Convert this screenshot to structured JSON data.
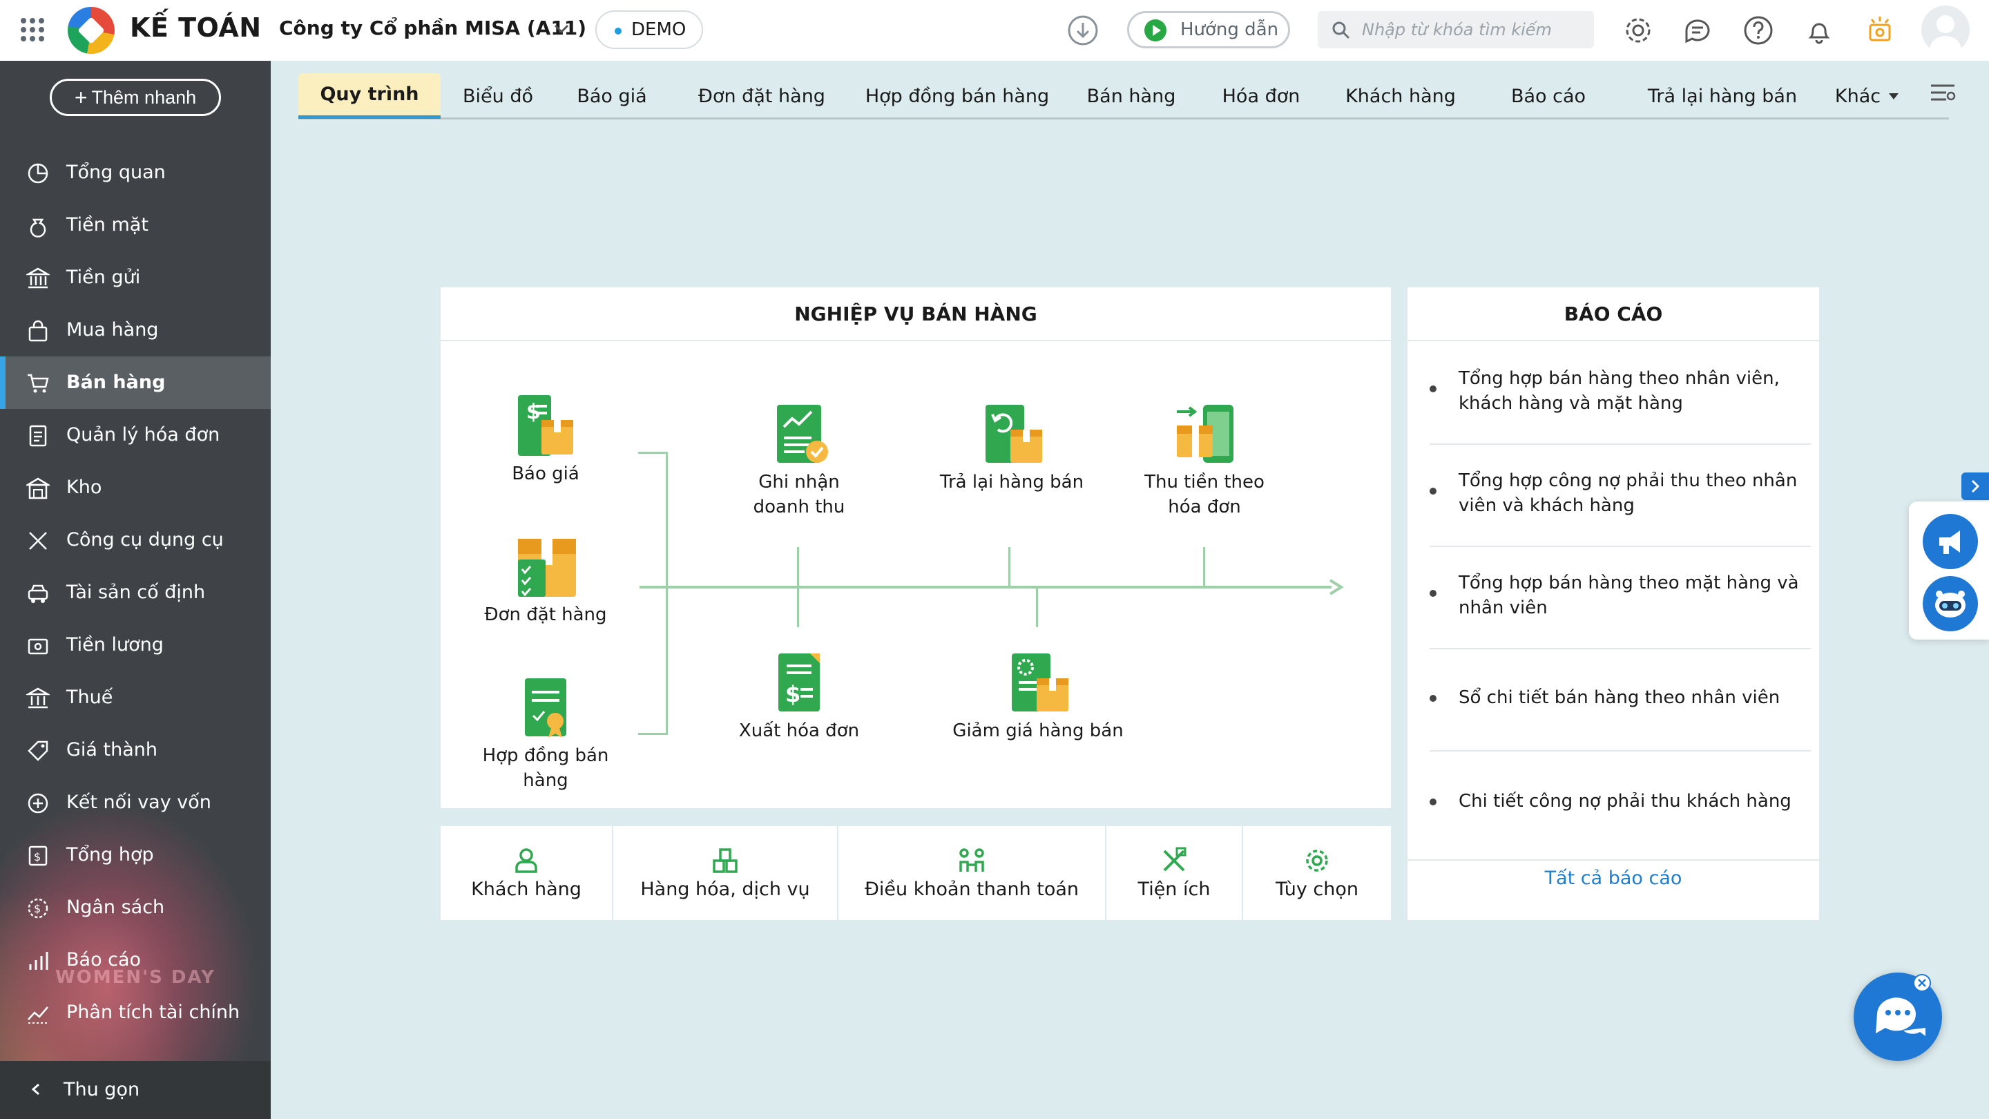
{
  "header": {
    "app_name": "KẾ TOÁN",
    "company": "Công ty Cổ phần MISA (A11)",
    "env_badge": "DEMO",
    "guide_label": "Hướng dẫn",
    "search_placeholder": "Nhập từ khóa tìm kiếm",
    "icons": [
      "apps-grid-icon",
      "download-icon",
      "play-icon",
      "search-icon",
      "settings-gear-icon",
      "chat-bubble-icon",
      "help-question-icon",
      "notification-bell-icon",
      "sun-icon",
      "user-avatar-icon"
    ],
    "accent_color": "#1e78d4"
  },
  "sidebar": {
    "quick_add": "Thêm nhanh",
    "items": [
      {
        "label": "Tổng quan",
        "icon": "chart-pie-icon"
      },
      {
        "label": "Tiền mặt",
        "icon": "money-bag-icon"
      },
      {
        "label": "Tiền gửi",
        "icon": "bank-icon"
      },
      {
        "label": "Mua hàng",
        "icon": "shopping-bag-icon"
      },
      {
        "label": "Bán hàng",
        "icon": "cart-icon",
        "active": true
      },
      {
        "label": "Quản lý hóa đơn",
        "icon": "invoice-icon"
      },
      {
        "label": "Kho",
        "icon": "warehouse-icon"
      },
      {
        "label": "Công cụ dụng cụ",
        "icon": "tools-icon"
      },
      {
        "label": "Tài sản cố định",
        "icon": "car-icon"
      },
      {
        "label": "Tiền lương",
        "icon": "salary-icon"
      },
      {
        "label": "Thuế",
        "icon": "tax-building-icon"
      },
      {
        "label": "Giá thành",
        "icon": "price-tag-icon"
      },
      {
        "label": "Kết nối vay vốn",
        "icon": "loan-link-icon"
      },
      {
        "label": "Tổng hợp",
        "icon": "summary-icon"
      },
      {
        "label": "Ngân sách",
        "icon": "budget-coin-icon"
      },
      {
        "label": "Báo cáo",
        "icon": "bar-chart-icon"
      },
      {
        "label": "Phân tích tài chính",
        "icon": "analysis-chart-icon"
      }
    ],
    "collapse_label": "Thu gọn",
    "decor_text": "WOMEN'S DAY"
  },
  "tabs": [
    {
      "label": "Quy trình",
      "active": true
    },
    {
      "label": "Biểu đồ"
    },
    {
      "label": "Báo giá"
    },
    {
      "label": "Đơn đặt hàng"
    },
    {
      "label": "Hợp đồng bán hàng"
    },
    {
      "label": "Bán hàng"
    },
    {
      "label": "Hóa đơn"
    },
    {
      "label": "Khách hàng"
    },
    {
      "label": "Báo cáo"
    },
    {
      "label": "Trả lại hàng bán"
    },
    {
      "label": "Khác"
    }
  ],
  "process": {
    "title": "NGHIỆP VỤ BÁN HÀNG",
    "inputs": {
      "quote": "Báo giá",
      "order": "Đơn đặt hàng",
      "contract_line1": "Hợp đồng bán",
      "contract_line2": "hàng"
    },
    "top": {
      "revenue_line1": "Ghi nhận",
      "revenue_line2": "doanh thu",
      "returns": "Trả lại hàng bán",
      "collect_line1": "Thu tiền theo",
      "collect_line2": "hóa đơn"
    },
    "bottom": {
      "invoice": "Xuất hóa đơn",
      "discount": "Giảm giá hàng bán"
    },
    "line_color": "#9fcfa8",
    "icon_green": "#2fa84f",
    "icon_yellow": "#f5b942"
  },
  "shortcuts": [
    {
      "label": "Khách hàng",
      "icon": "customer-icon"
    },
    {
      "label": "Hàng hóa, dịch vụ",
      "icon": "goods-icon"
    },
    {
      "label": "Điều khoản thanh toán",
      "icon": "payment-terms-icon"
    },
    {
      "label": "Tiện ích",
      "icon": "utility-tools-icon"
    },
    {
      "label": "Tùy chọn",
      "icon": "options-gear-icon"
    }
  ],
  "reports": {
    "title": "BÁO CÁO",
    "items": [
      {
        "line1": "Tổng hợp bán hàng theo nhân viên,",
        "line2": "khách hàng và mặt hàng"
      },
      {
        "line1": "Tổng hợp công nợ phải thu theo nhân",
        "line2": "viên và khách hàng"
      },
      {
        "line1": "Tổng hợp bán hàng theo mặt hàng và",
        "line2": "nhân viên"
      },
      {
        "line1": "Sổ chi tiết bán hàng theo nhân viên",
        "line2": ""
      },
      {
        "line1": "Chi tiết công nợ phải thu khách hàng",
        "line2": ""
      }
    ],
    "all_link": "Tất cả báo cáo"
  }
}
